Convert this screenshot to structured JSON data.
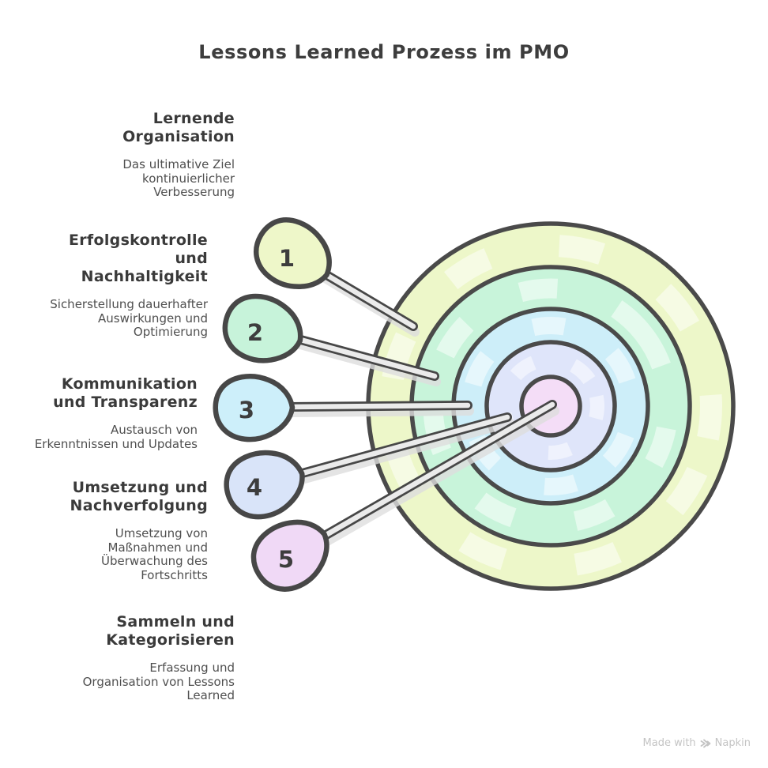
{
  "title": "Lessons Learned Prozess im PMO",
  "labels": [
    {
      "heading": "Lernende\nOrganisation",
      "description": "Das ultimative Ziel\nkontinuierlicher\nVerbesserung"
    },
    {
      "heading": "Erfolgskontrolle\nund\nNachhaltigkeit",
      "description": "Sicherstellung dauerhafter\nAuswirkungen und\nOptimierung"
    },
    {
      "heading": "Kommunikation\nund Transparenz",
      "description": "Austausch von\nErkenntnissen und Updates"
    },
    {
      "heading": "Umsetzung und\nNachverfolgung",
      "description": "Umsetzung von\nMaßnahmen und\nÜberwachung des\nFortschritts"
    },
    {
      "heading": "Sammeln und\nKategorisieren",
      "description": "Erfassung und\nOrganisation von Lessons\nLearned"
    }
  ],
  "darts": [
    {
      "number": "1",
      "color": "#eef7c9"
    },
    {
      "number": "2",
      "color": "#c7f3da"
    },
    {
      "number": "3",
      "color": "#cdeffa"
    },
    {
      "number": "4",
      "color": "#d9e4f9"
    },
    {
      "number": "5",
      "color": "#f0d9f6"
    }
  ],
  "target": {
    "rings": [
      {
        "color": "#edf7c9"
      },
      {
        "color": "#c8f4da"
      },
      {
        "color": "#cdeef9"
      },
      {
        "color": "#dfe5fa"
      },
      {
        "color": "#f4ddf7"
      }
    ]
  },
  "watermark": {
    "prefix": "Made with",
    "brand": "Napkin"
  }
}
